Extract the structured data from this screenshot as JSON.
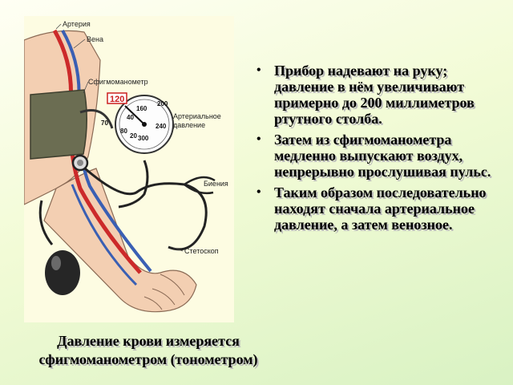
{
  "diagram": {
    "labels": {
      "artery": "Артерия",
      "vein": "Вена",
      "sphygmomanometer": "Сфигмоманометр",
      "arterial_pressure_line1": "Артериальное",
      "arterial_pressure_line2": "давление",
      "beats": "Биения",
      "stethoscope": "Стетоскоп",
      "pressure_readout": "120"
    },
    "gauge_ticks": [
      "40",
      "80",
      "160",
      "200",
      "240",
      "300",
      "20",
      "70"
    ],
    "colors": {
      "artery": "#cc2a2a",
      "vein": "#3a5fb3",
      "cuff": "#6b6d52",
      "readout": "#cc2020"
    }
  },
  "bullets": [
    "Прибор надевают на руку; давление в нём увеличивают примерно до 200 миллиметров ртутного столба.",
    "Затем из сфигмоманометра медленно выпускают воздух, непрерывно прослушивая пульс.",
    "Таким образом последовательно находят сначала артериальное давление, а затем венозное."
  ],
  "caption": {
    "line1": "Давление крови измеряется",
    "line2": "сфигмоманометром (тонометром)"
  }
}
